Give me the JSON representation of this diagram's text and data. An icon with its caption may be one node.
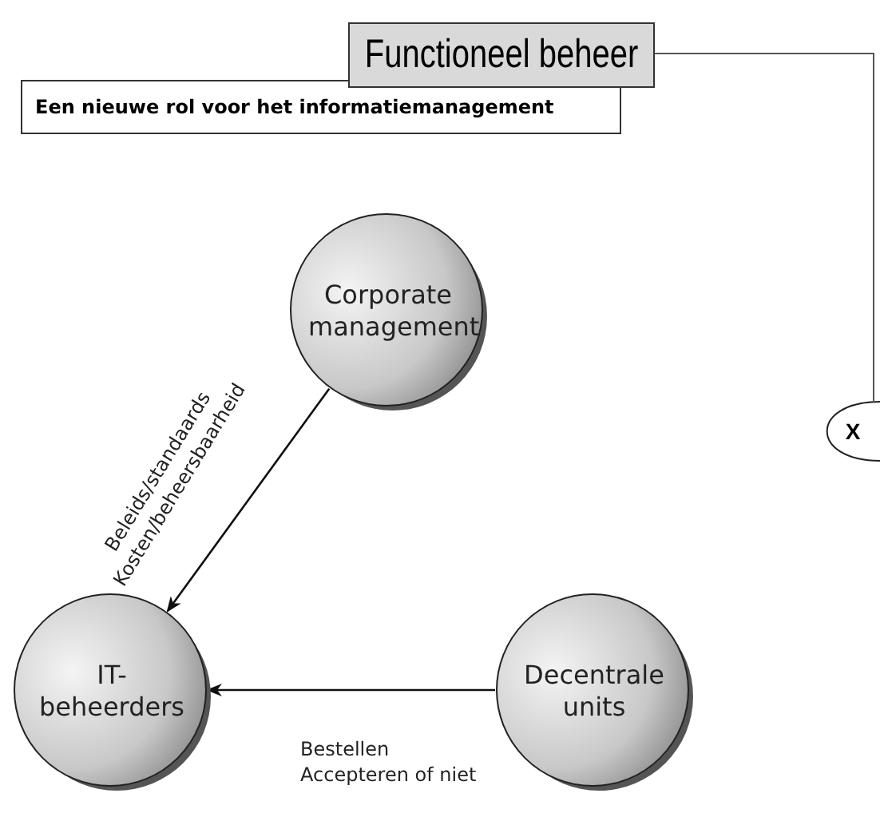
{
  "diagram": {
    "nodes": [
      {
        "text": [
          "Functioneel beheer"
        ]
      },
      {
        "text": [
          "Een nieuwe rol voor het informatiemanagement"
        ]
      },
      {
        "text": [
          "X"
        ]
      },
      {
        "text": [
          "Corporate management"
        ]
      },
      {
        "text": [
          "IT- beheerders"
        ]
      },
      {
        "text": [
          "Decentrale units"
        ]
      }
    ],
    "edges": [
      {
        "from": 0,
        "to": 2,
        "arrow": "none"
      },
      {
        "from": 3,
        "to": 4,
        "arrow": "to",
        "label": "Beleids/standaards Kosten/beheersbaarheid"
      },
      {
        "from": 5,
        "to": 4,
        "arrow": "to",
        "label": "Bestellen Accepteren of niet"
      }
    ]
  }
}
